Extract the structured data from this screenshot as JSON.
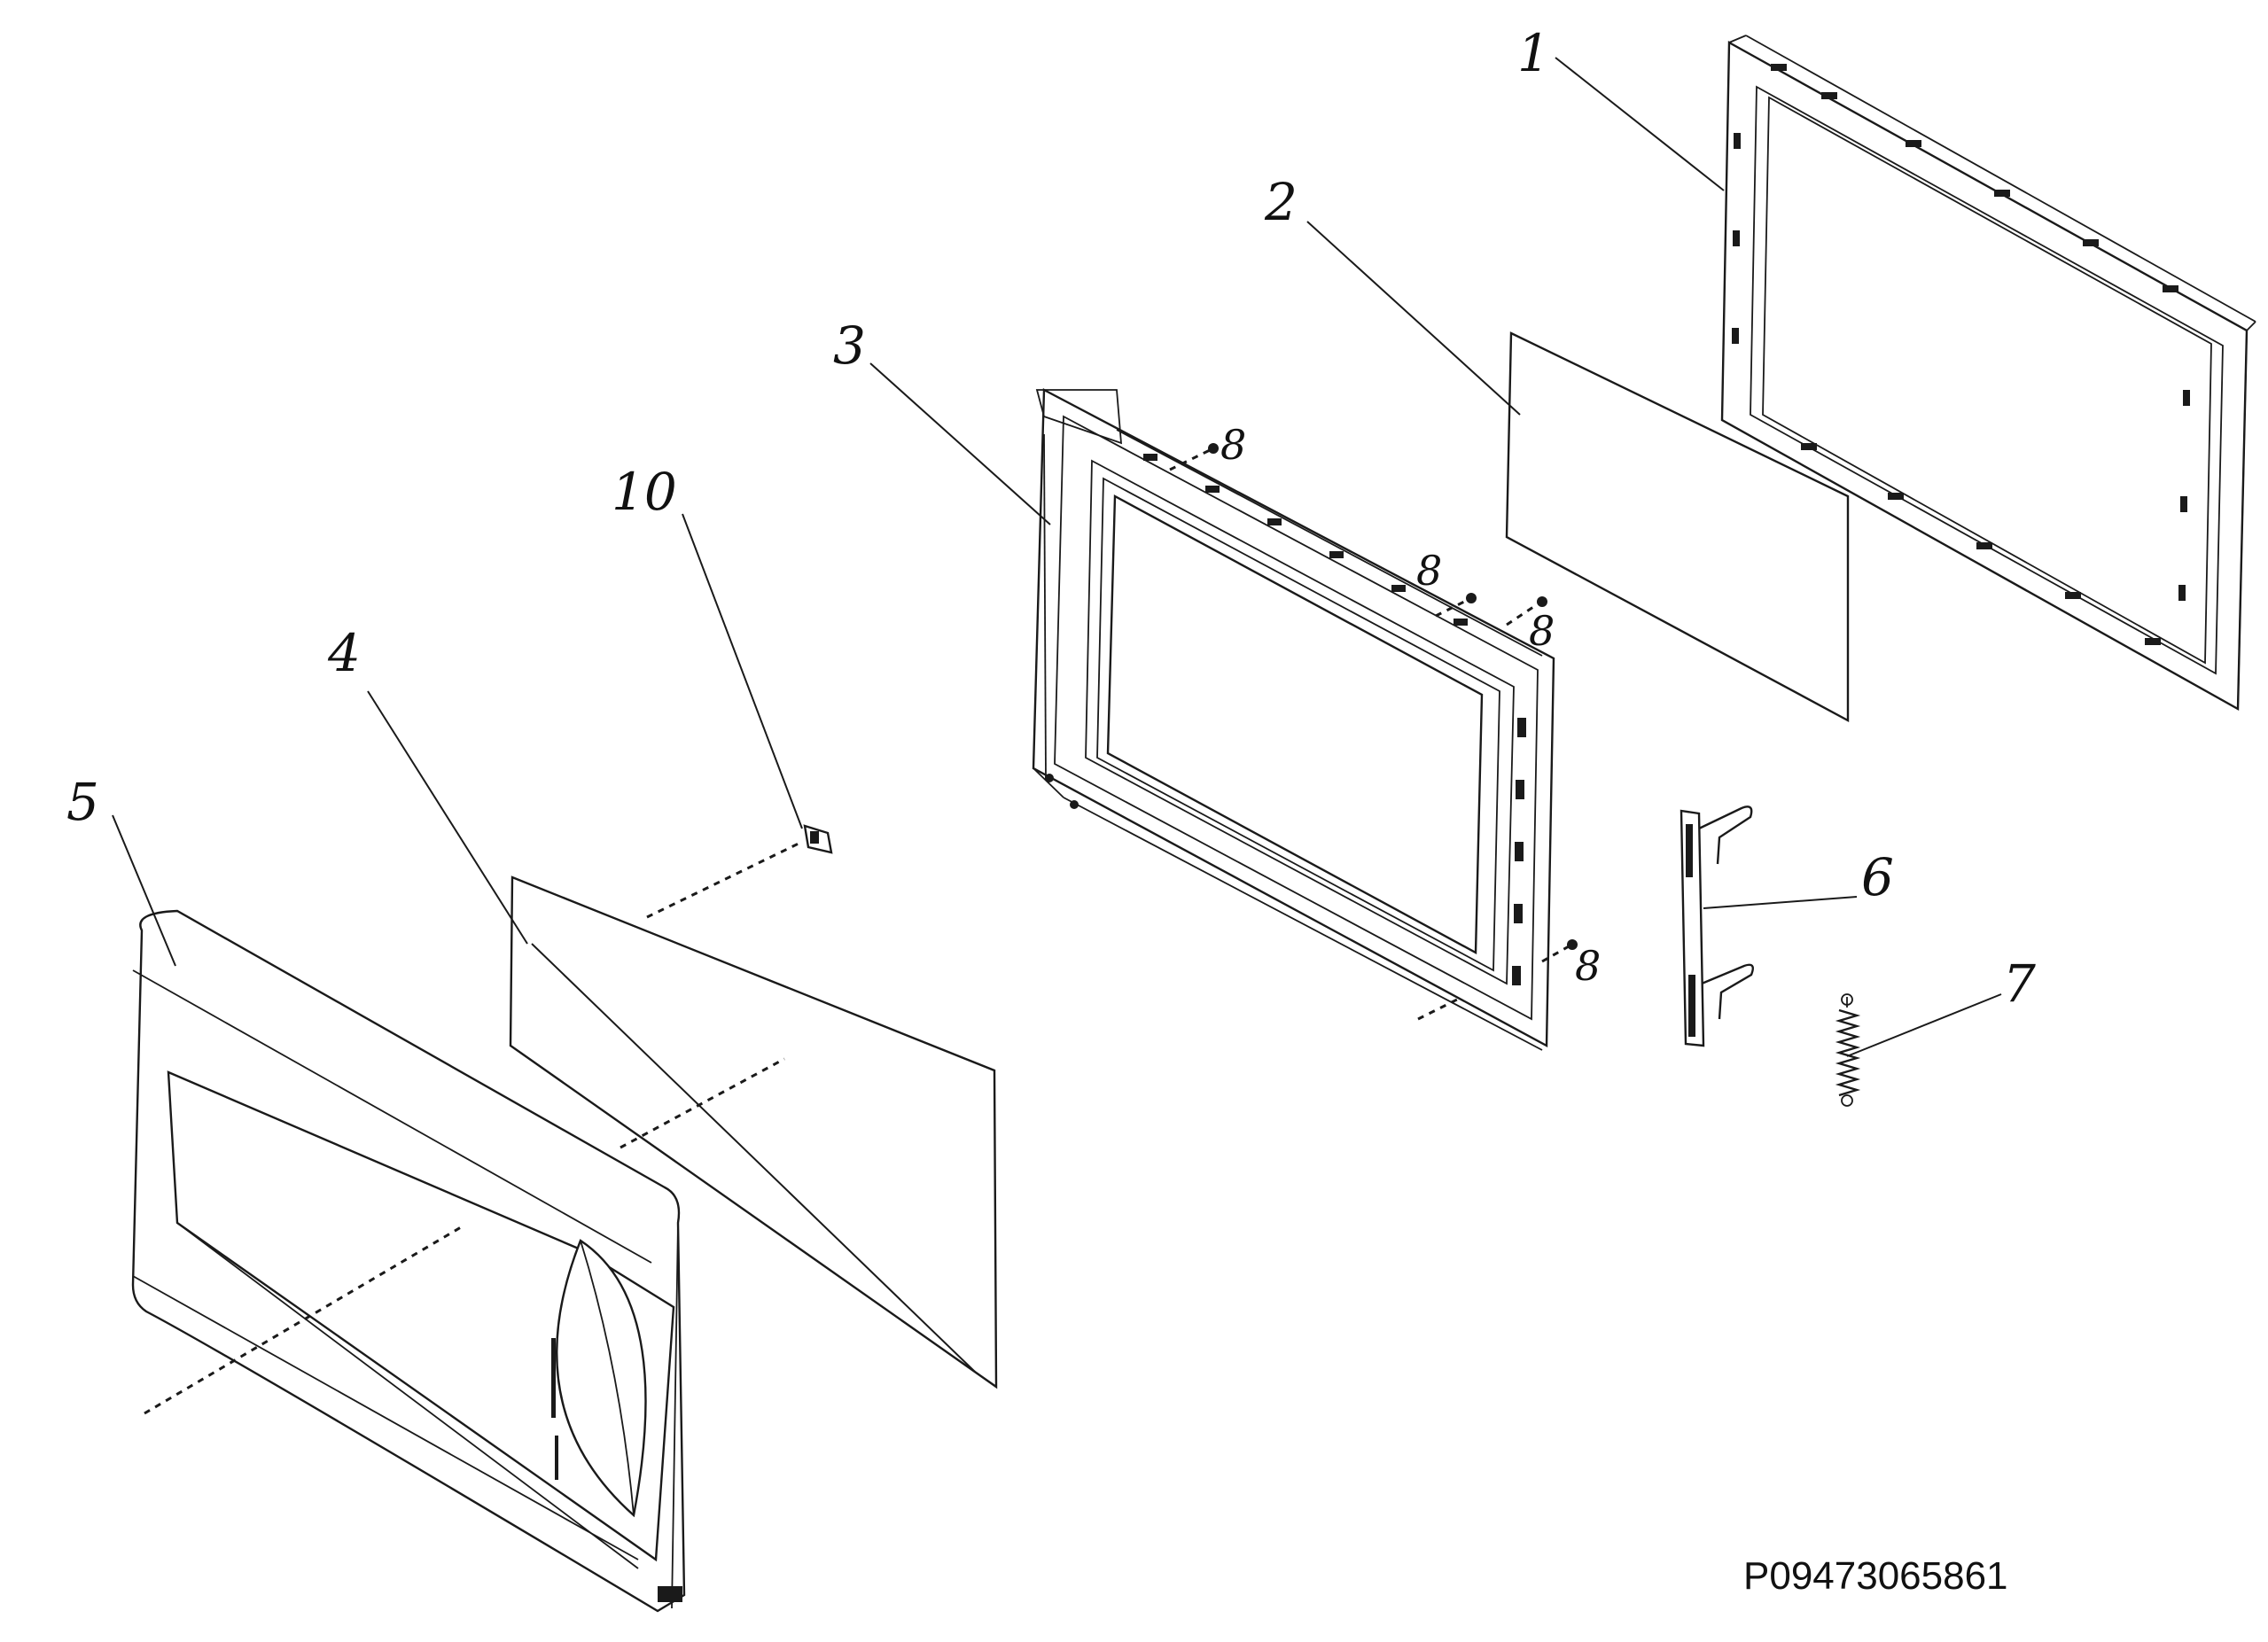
{
  "callouts": {
    "c1": "1",
    "c2": "2",
    "c3": "3",
    "c4": "4",
    "c5": "5",
    "c6": "6",
    "c7": "7",
    "c8a": "8",
    "c8b": "8",
    "c8c": "8",
    "c8d": "8",
    "c10": "10"
  },
  "drawing_code": "P09473065861"
}
